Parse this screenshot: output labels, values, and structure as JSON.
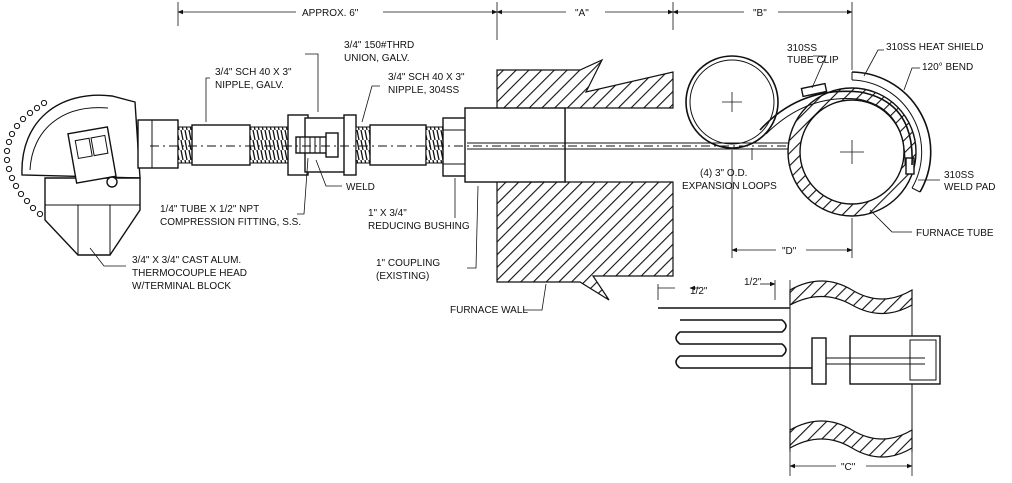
{
  "labels": {
    "approx_6": "APPROX. 6\"",
    "dim_a": "\"A\"",
    "dim_b": "\"B\"",
    "dim_c": "\"C\"",
    "dim_d": "\"D\"",
    "half_in_1": "1/2\"",
    "half_in_2": "1/2\"",
    "union_l1": "3/4\" 150#THRD",
    "union_l2": "UNION, GALV.",
    "nipple_galv_l1": "3/4\" SCH 40 X 3\"",
    "nipple_galv_l2": "NIPPLE, GALV.",
    "nipple_ss_l1": "3/4\" SCH 40 X 3\"",
    "nipple_ss_l2": "NIPPLE, 304SS",
    "tube_clip_l1": "310SS",
    "tube_clip_l2": "TUBE CLIP",
    "heat_shield": "310SS HEAT SHIELD",
    "bend": "120° BEND",
    "weld_pad_l1": "310SS",
    "weld_pad_l2": "WELD PAD",
    "furnace_tube": "FURNACE TUBE",
    "expansion_l1": "(4) 3\" O.D.",
    "expansion_l2": "EXPANSION LOOPS",
    "weld": "WELD",
    "compression_l1": "1/4\" TUBE X 1/2\" NPT",
    "compression_l2": "COMPRESSION FITTING, S.S.",
    "bushing_l1": "1\" X 3/4\"",
    "bushing_l2": "REDUCING BUSHING",
    "coupling_l1": "1\" COUPLING",
    "coupling_l2": "(EXISTING)",
    "furnace_wall": "FURNACE WALL",
    "head_l1": "3/4\" X 3/4\" CAST ALUM.",
    "head_l2": "THERMOCOUPLE HEAD",
    "head_l3": "W/TERMINAL BLOCK"
  }
}
